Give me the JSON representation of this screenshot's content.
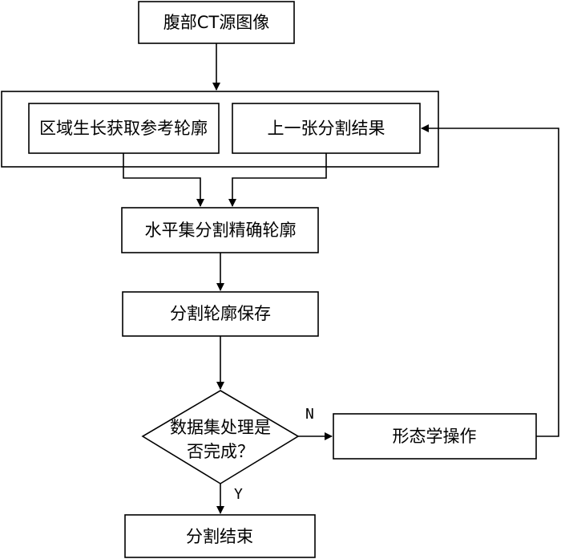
{
  "nodes": {
    "source": "腹部CT源图像",
    "region_growing": "区域生长获取参考轮廓",
    "previous_result": "上一张分割结果",
    "level_set": "水平集分割精确轮廓",
    "save": "分割轮廓保存",
    "decision_line1": "数据集处理是",
    "decision_line2": "否完成？",
    "morphology": "形态学操作",
    "end": "分割结束"
  },
  "edge_labels": {
    "no": "N",
    "yes": "Y"
  }
}
